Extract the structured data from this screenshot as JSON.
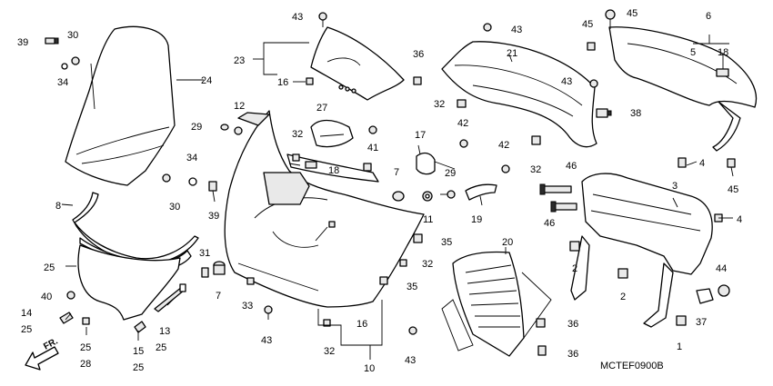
{
  "diagram_code": "MCTEF0900B",
  "direction_label": "FR.",
  "callouts": [
    "39",
    "30",
    "34",
    "24",
    "43",
    "23",
    "16",
    "36",
    "43",
    "21",
    "45",
    "45",
    "6",
    "5",
    "18",
    "12",
    "29",
    "27",
    "32",
    "18",
    "41",
    "42",
    "17",
    "43",
    "38",
    "32",
    "42",
    "32",
    "46",
    "4",
    "3",
    "46",
    "4",
    "29",
    "19",
    "11",
    "7",
    "8",
    "25",
    "31",
    "7",
    "35",
    "32",
    "35",
    "20",
    "2",
    "2",
    "44",
    "40",
    "14",
    "25",
    "33",
    "16",
    "43",
    "32",
    "10",
    "36",
    "36",
    "43",
    "1",
    "37",
    "13",
    "25",
    "15",
    "25",
    "25",
    "28",
    "30",
    "39",
    "34",
    "45"
  ]
}
